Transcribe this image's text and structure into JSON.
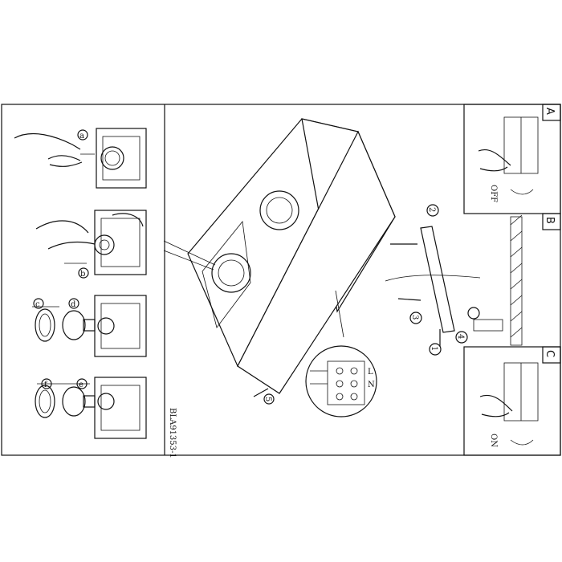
{
  "panels": {
    "a": "A",
    "b": "B",
    "c": "C"
  },
  "switch": {
    "off": "OFF",
    "on": "ON"
  },
  "steps": {
    "a": "a",
    "b": "b",
    "c": "c",
    "d": "d",
    "e": "e",
    "f": "f"
  },
  "numbers": {
    "n1": "1",
    "n2": "2",
    "n3": "3",
    "n4": "4",
    "n5": "5"
  },
  "terminal": {
    "l": "L",
    "n": "N"
  },
  "model_code": "BLA91353-1"
}
